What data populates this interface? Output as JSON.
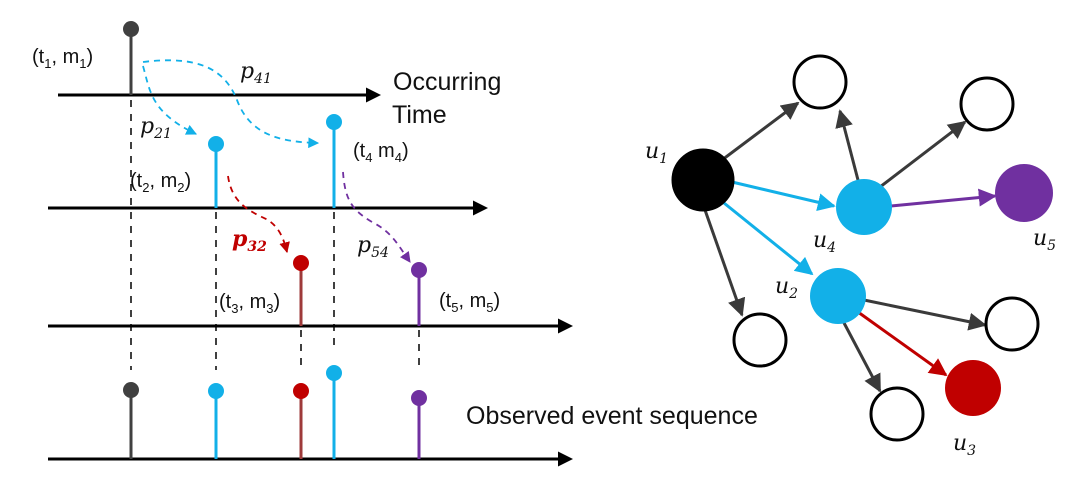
{
  "colors": {
    "dark": "#404040",
    "black": "#000000",
    "cyan": "#12b0e8",
    "red": "#c00000",
    "purple": "#7030a0",
    "edge": "#3a3a3a"
  },
  "timeline": {
    "axis_label_line1": "Occurring",
    "axis_label_line2": "Time",
    "observed_label": "Observed event sequence",
    "events": [
      {
        "t": "t",
        "ti": "1",
        "m": "m",
        "mi": "1"
      },
      {
        "t": "t",
        "ti": "2",
        "m": "m",
        "mi": "2"
      },
      {
        "t": "t",
        "ti": "3",
        "m": "m",
        "mi": "3"
      },
      {
        "t": "t",
        "ti": "4",
        "m": "m",
        "mi": "4"
      },
      {
        "t": "t",
        "ti": "5",
        "m": "m",
        "mi": "5"
      }
    ],
    "probs": [
      {
        "base": "p",
        "sub": "41"
      },
      {
        "base": "p",
        "sub": "21"
      },
      {
        "base": "p",
        "sub": "32"
      },
      {
        "base": "p",
        "sub": "54"
      }
    ]
  },
  "graph": {
    "nodes": [
      {
        "base": "u",
        "sub": "1"
      },
      {
        "base": "u",
        "sub": "2"
      },
      {
        "base": "u",
        "sub": "3"
      },
      {
        "base": "u",
        "sub": "4"
      },
      {
        "base": "u",
        "sub": "5"
      }
    ]
  }
}
